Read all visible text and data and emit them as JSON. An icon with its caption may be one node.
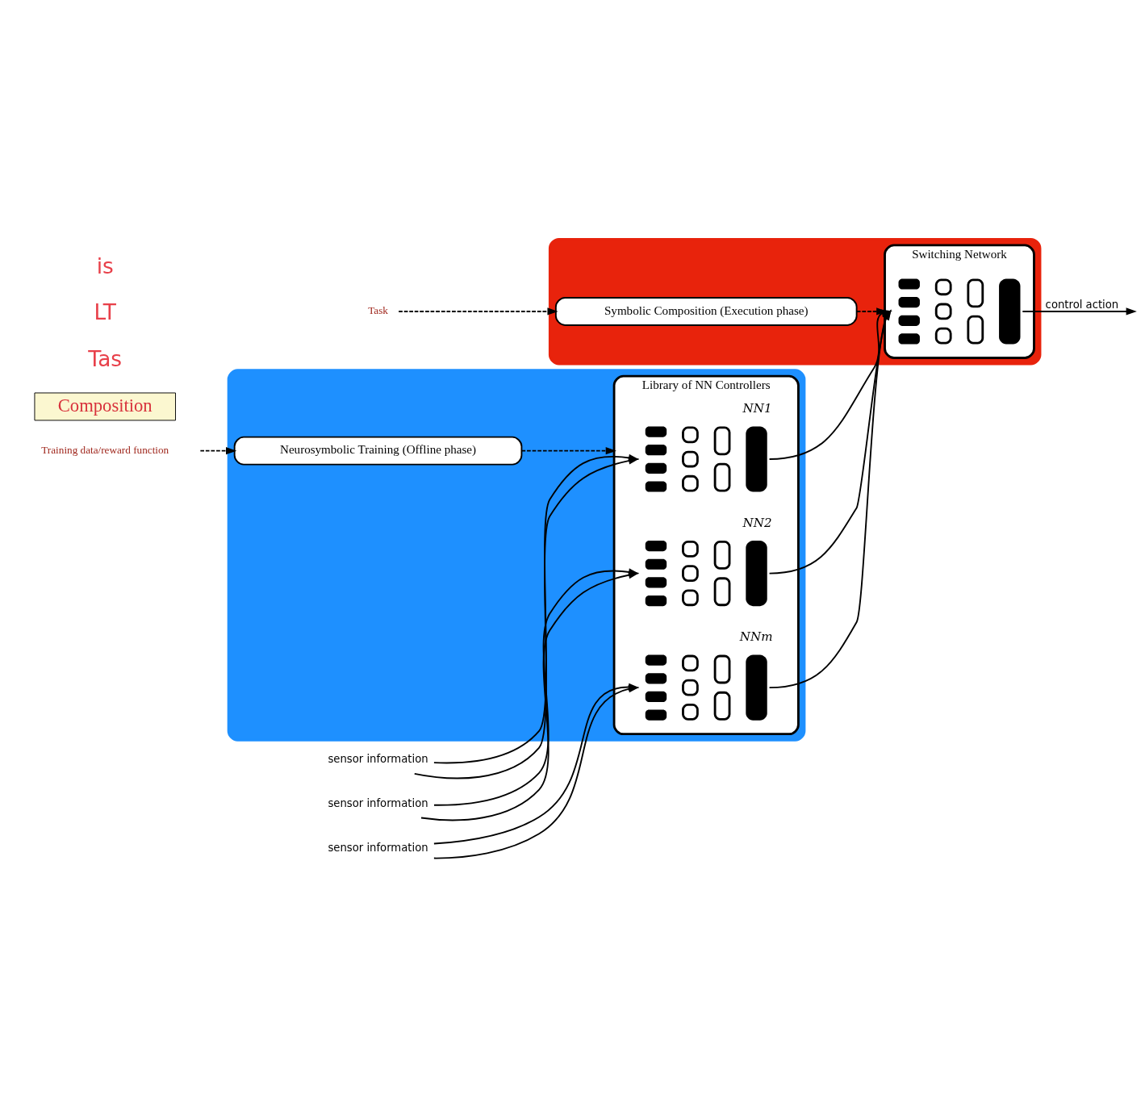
{
  "diagram": {
    "nodes": [
      {
        "text": [
          "Training data/reward function"
        ]
      },
      {
        "text": [
          "Task"
        ]
      },
      {
        "text": [],
        "shape": "box"
      },
      {
        "text": [
          "Neurosymbolic Training (Offline phase)"
        ],
        "in": 2
      },
      {
        "text": [
          "Library of NN Controllers"
        ],
        "in": 2
      },
      {
        "text": [],
        "shape": "picture",
        "in": 4,
        "beside": [
          "NN1"
        ]
      },
      {
        "text": [],
        "shape": "picture",
        "in": 4,
        "beside": [
          "NN2"
        ]
      },
      {
        "text": [],
        "shape": "picture",
        "in": 4,
        "beside": [
          "NNm"
        ]
      },
      {
        "text": [],
        "shape": "box"
      },
      {
        "text": [
          "Symbolic Composition (Execution phase)"
        ],
        "in": 8
      },
      {
        "text": [
          "Switching Network"
        ],
        "in": 8
      },
      {
        "text": [],
        "shape": "picture",
        "in": 10
      },
      {
        "text": [
          "sensor information"
        ]
      },
      {
        "text": [
          "sensor information"
        ]
      },
      {
        "text": [
          "sensor information"
        ]
      },
      {
        "text": [
          "Composition"
        ]
      }
    ],
    "edges": [
      {
        "from": 0,
        "to": 3,
        "arrow": "to",
        "style": "dashed"
      },
      {
        "from": 3,
        "to": 4,
        "arrow": "to",
        "style": "dashed"
      },
      {
        "from": 1,
        "to": 9,
        "arrow": "to",
        "style": "dashed"
      },
      {
        "from": 9,
        "to": 10,
        "arrow": "to",
        "style": "dashed"
      },
      {
        "from": 12,
        "to": 5,
        "arrow": "to"
      },
      {
        "from": 12,
        "to": 5,
        "arrow": "to"
      },
      {
        "from": 13,
        "to": 6,
        "arrow": "to"
      },
      {
        "from": 13,
        "to": 6,
        "arrow": "to"
      },
      {
        "from": 14,
        "to": 7,
        "arrow": "to"
      },
      {
        "from": 14,
        "to": 7,
        "arrow": "to"
      },
      {
        "from": 5,
        "to": 11,
        "arrow": "to"
      },
      {
        "from": 6,
        "to": 11,
        "arrow": "to"
      },
      {
        "from": 7,
        "to": 11,
        "arrow": "to"
      },
      {
        "from": 11,
        "to": null,
        "arrow": "to",
        "label": "control action"
      }
    ],
    "labels": [
      "Tas",
      "LT",
      "is"
    ]
  }
}
